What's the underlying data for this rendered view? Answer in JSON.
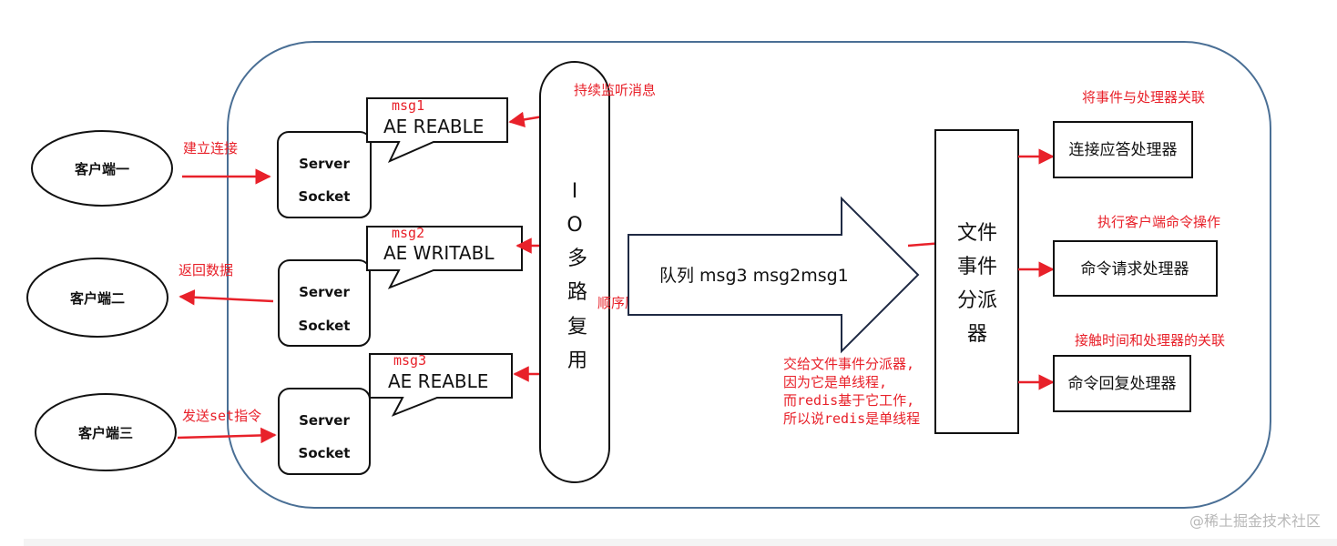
{
  "clients": [
    {
      "label": "客户端一"
    },
    {
      "label": "客户端二"
    },
    {
      "label": "客户端三"
    }
  ],
  "server_socket": {
    "line1": "Server",
    "line2": "Socket"
  },
  "events": [
    {
      "msg": "msg1",
      "type": "AE  REABLE"
    },
    {
      "msg": "msg2",
      "type": "AE  WRITABL"
    },
    {
      "msg": "msg3",
      "type": "AE  REABLE"
    }
  ],
  "connection_labels": {
    "establish": "建立连接",
    "return_data": "返回数据",
    "send_cmd": "发送set指令"
  },
  "io_multiplexer": {
    "chars": [
      "I",
      "O",
      "多",
      "路",
      "复",
      "用"
    ],
    "listen_note": "持续监听消息",
    "enqueue_note": "顺序压入队列"
  },
  "queue": {
    "label": "队列 msg3 msg2msg1"
  },
  "dispatcher": {
    "chars": [
      "文件",
      "事件",
      "分派",
      "器"
    ],
    "note_lines": [
      "交给文件事件分派器,",
      "因为它是单线程,",
      "而redis基于它工作,",
      "所以说redis是单线程"
    ]
  },
  "handlers": [
    {
      "label": "连接应答处理器",
      "note": "将事件与处理器关联"
    },
    {
      "label": "命令请求处理器",
      "note": "执行客户端命令操作"
    },
    {
      "label": "命令回复处理器",
      "note": "接触时间和处理器的关联"
    }
  ],
  "watermark": "@稀土掘金技术社区",
  "colors": {
    "border": "#4a6f95",
    "arrow": "#e8212a",
    "note": "#e8212a"
  }
}
